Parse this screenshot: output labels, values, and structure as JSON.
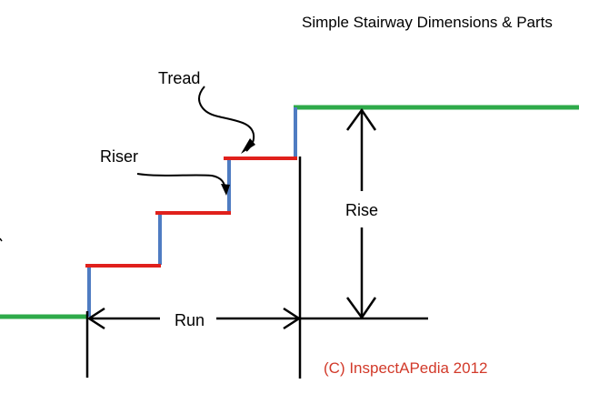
{
  "title": "Simple Stairway Dimensions & Parts",
  "labels": {
    "tread": "Tread",
    "riser": "Riser",
    "rise": "Rise",
    "run": "Run"
  },
  "copyright": "(C) InspectAPedia 2012",
  "colors": {
    "floor": "#2eaa4a",
    "tread": "#e0201c",
    "riser": "#4f7cc2",
    "line": "#000000",
    "copyright": "#d23a2a"
  }
}
